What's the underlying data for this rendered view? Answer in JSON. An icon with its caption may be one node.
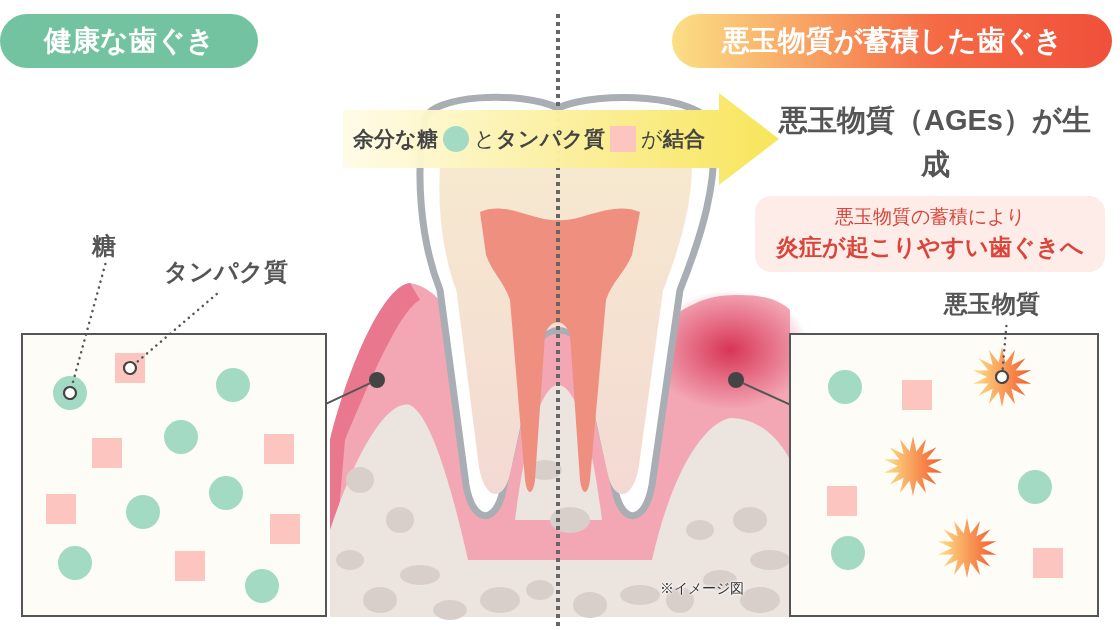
{
  "diagram": {
    "nodes": [
      {
        "text": [
          "健康な歯ぐき"
        ]
      },
      {
        "text": [
          "悪玉物質が蓄積した歯ぐき"
        ]
      },
      {
        "text": [
          "余分な糖",
          "と**タンパク質**",
          "が**結合**"
        ]
      },
      {
        "text": [
          "悪玉物質（AGEs）が生成"
        ]
      },
      {
        "text": [
          "悪玉物質の蓄積により",
          "炎症が起こりやすい歯ぐきへ"
        ]
      },
      {
        "text": [
          "糖"
        ]
      },
      {
        "text": [
          "タンパク質"
        ]
      },
      {
        "text": [],
        "shape": "box"
      },
      {
        "text": [],
        "shape": "circle",
        "in": 7
      },
      {
        "text": [],
        "shape": "box",
        "in": 7
      },
      {
        "text": [],
        "shape": "circle"
      },
      {
        "text": [],
        "shape": "box"
      },
      {
        "text": [
          "悪玉物質"
        ]
      },
      {
        "text": [],
        "shape": "star",
        "in": 11
      },
      {
        "text": [],
        "shape": "circle"
      },
      {
        "text": [],
        "shape": "circle",
        "in": 7
      },
      {
        "text": [],
        "shape": "circle",
        "in": 7
      },
      {
        "text": [],
        "shape": "circle",
        "in": 7
      },
      {
        "text": [],
        "shape": "circle",
        "in": 7
      },
      {
        "text": [],
        "shape": "circle",
        "in": 7
      },
      {
        "text": [],
        "shape": "circle",
        "in": 7
      },
      {
        "text": [],
        "shape": "box",
        "in": 7
      },
      {
        "text": [],
        "shape": "box",
        "in": 7
      },
      {
        "text": [],
        "shape": "box",
        "in": 7
      },
      {
        "text": [],
        "shape": "box",
        "in": 7
      },
      {
        "text": [],
        "shape": "box",
        "in": 7
      },
      {
        "text": [],
        "shape": "circle",
        "in": 11
      },
      {
        "text": [],
        "shape": "circle",
        "in": 11
      },
      {
        "text": [],
        "shape": "circle",
        "in": 11
      },
      {
        "text": [],
        "shape": "box",
        "in": 11
      },
      {
        "text": [],
        "shape": "box",
        "in": 11
      },
      {
        "text": [],
        "shape": "box",
        "in": 11
      },
      {
        "text": [],
        "shape": "star",
        "in": 11
      },
      {
        "text": [],
        "shape": "star",
        "in": 11
      }
    ],
    "edges": [
      {
        "from": 5,
        "to": 8,
        "arrow": "other",
        "style": "dashed"
      },
      {
        "from": 6,
        "to": 9,
        "arrow": "other",
        "style": "dashed"
      },
      {
        "from": 7,
        "to": 10,
        "arrow": "none"
      },
      {
        "from": 12,
        "to": 13,
        "arrow": "other",
        "style": "dashed"
      },
      {
        "from": 11,
        "to": 14,
        "arrow": "none"
      }
    ],
    "labels": [
      "※イメージ図"
    ]
  }
}
